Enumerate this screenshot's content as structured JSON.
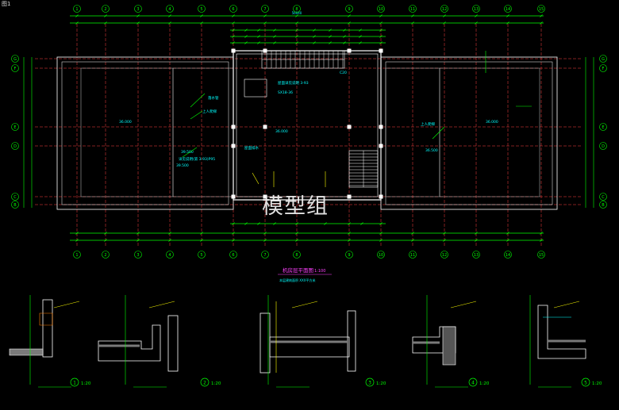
{
  "corner_label": "图1",
  "watermark_text": "模型组",
  "plan": {
    "title": "机房层平面图",
    "scale": "1:100",
    "subtitle": "本层建筑面积 XXX平方米",
    "axes_numbers": [
      "1",
      "2",
      "3",
      "4",
      "5",
      "6",
      "7",
      "8",
      "9",
      "10",
      "11",
      "12",
      "13",
      "14",
      "15"
    ],
    "axes_letters": [
      "G",
      "F",
      "E",
      "D",
      "C",
      "B"
    ],
    "labels": {
      "overall_dimension": "56040",
      "roof_note_1": "屋面详见说明 3-93",
      "roof_note_2": "SX18-36",
      "center_area": "36.000",
      "left_area": "36.000",
      "right_area": "36.000",
      "left_mark_a": "39.500",
      "left_mark_b": "39.500",
      "right_mark": "36.500",
      "left_stair_note": "上人爬梯",
      "right_stair_note": "上人爬梯",
      "pipe_note": "落水管",
      "elevator_note": "屋面排水",
      "left_detail_note": "详见说明(第 3-93)P95",
      "window_mark": "C20"
    }
  },
  "details": [
    {
      "number": "1",
      "scale": "1:20"
    },
    {
      "number": "2",
      "scale": "1:20"
    },
    {
      "number": "3",
      "scale": "1:20"
    },
    {
      "number": "4",
      "scale": "1:20"
    },
    {
      "number": "5",
      "scale": "1:20"
    }
  ],
  "colors": {
    "background": "#000000",
    "dimension": "#00ff00",
    "text": "#00ffff",
    "wall": "#ffffff",
    "axis_line": "#ff4040",
    "hatch": "#c0c0c0",
    "title": "#ff40ff",
    "leader": "#ffff00"
  }
}
